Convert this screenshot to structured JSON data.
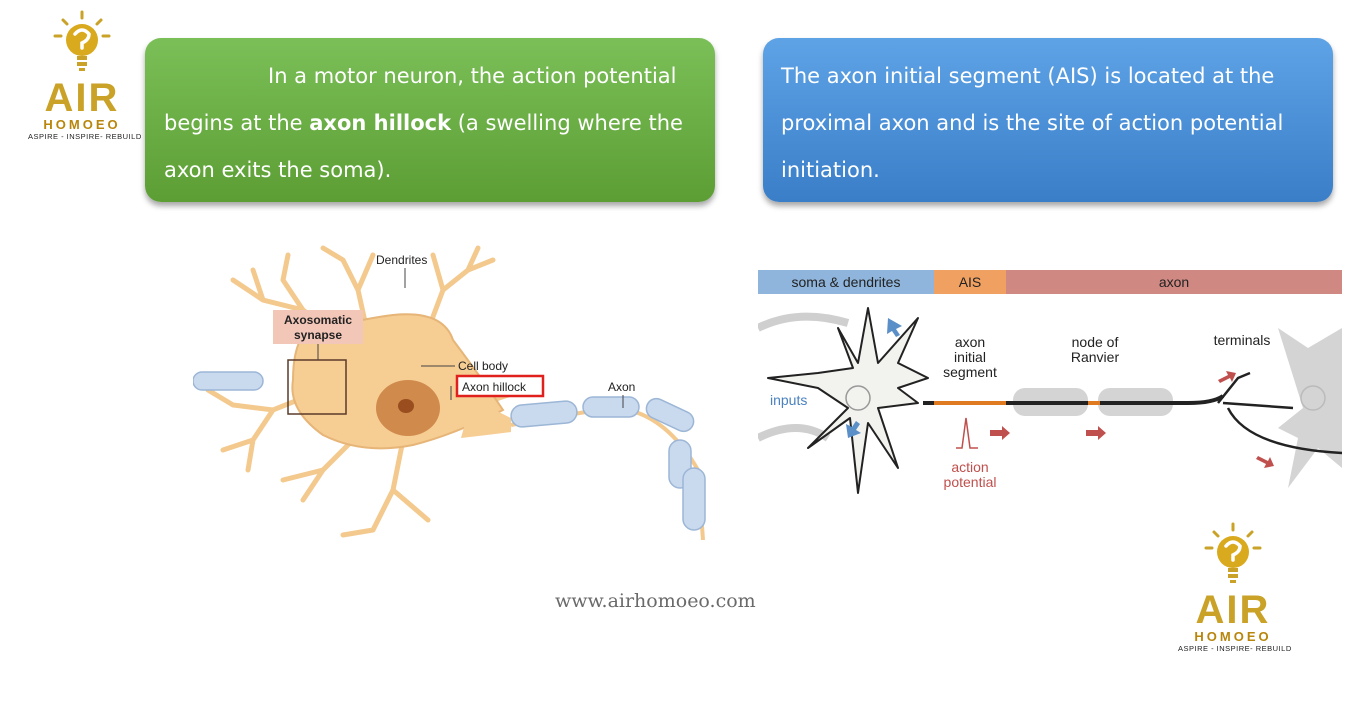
{
  "logo": {
    "brand": "AIR",
    "sub": "HOMOEO",
    "tagline": "ASPIRE - INSPIRE- REBUILD"
  },
  "callouts": {
    "left": {
      "text_before": "In a motor neuron, the action potential begins at the ",
      "bold": "axon hillock",
      "text_after": " (a swelling where the axon exits the soma)."
    },
    "right": {
      "text": "The axon initial segment (AIS) is located at the proximal axon and is the site of action potential initiation."
    }
  },
  "neuron_diagram": {
    "dendrites": "Dendrites",
    "synapse_line1": "Axosomatic",
    "synapse_line2": "synapse",
    "cell_body": "Cell body",
    "axon_hillock": "Axon hillock",
    "axon": "Axon"
  },
  "ais_diagram": {
    "bar": {
      "soma": "soma & dendrites",
      "ais": "AIS",
      "axon": "axon"
    },
    "inputs": "inputs",
    "axon_initial_line1": "axon",
    "axon_initial_line2": "initial",
    "axon_initial_line3": "segment",
    "node_line1": "node of",
    "node_line2": "Ranvier",
    "terminals": "terminals",
    "action_line1": "action",
    "action_line2": "potential"
  },
  "website": "www.airhomoeo.com",
  "colors": {
    "green_callout": "#6aaa45",
    "blue_callout": "#4a8fd8",
    "soma_bar": "#8fb5dc",
    "ais_bar": "#f0a060",
    "axon_bar": "#d08882",
    "hillock_box": "#e0201c",
    "brand_gold": "#c9a227"
  }
}
